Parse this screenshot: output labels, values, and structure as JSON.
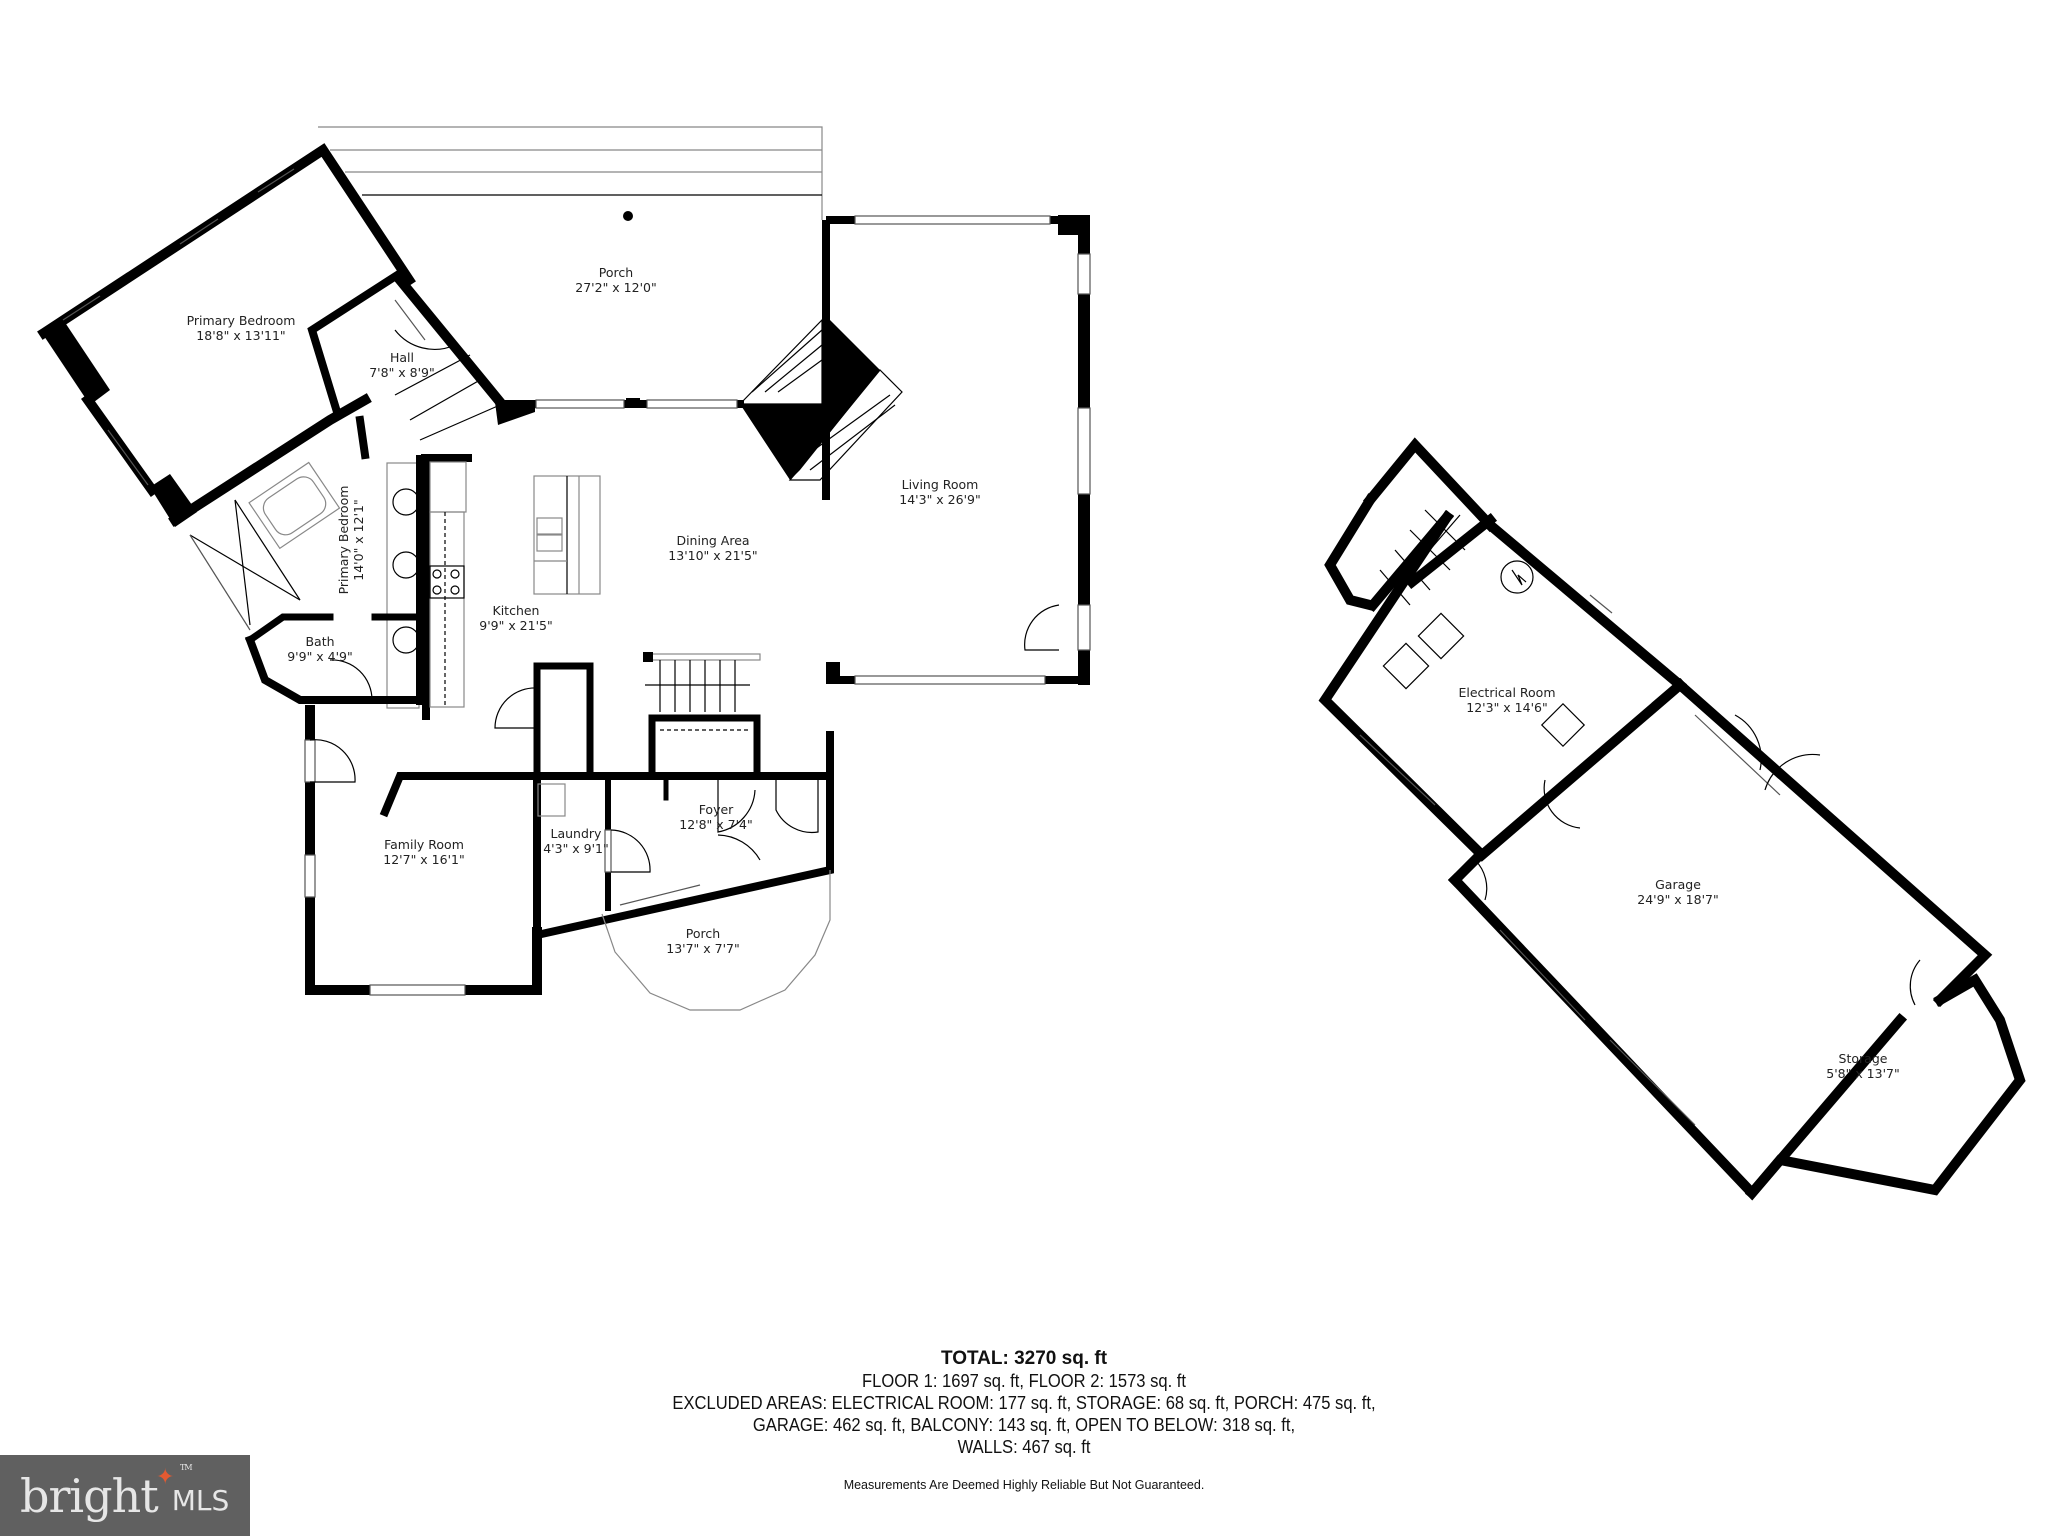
{
  "floor1": {
    "rooms": [
      {
        "name": "Primary Bedroom",
        "dims": "18'8\" x 13'11\""
      },
      {
        "name": "Hall",
        "dims": "7'8\" x 8'9\""
      },
      {
        "name": "Porch",
        "dims": "27'2\" x 12'0\""
      },
      {
        "name": "Living Room",
        "dims": "14'3\" x 26'9\""
      },
      {
        "name": "Dining Area",
        "dims": "13'10\" x 21'5\""
      },
      {
        "name": "Kitchen",
        "dims": "9'9\" x 21'5\""
      },
      {
        "name": "Primary Bedroom",
        "dims": "14'0\" x 12'1\""
      },
      {
        "name": "Bath",
        "dims": "9'9\" x 4'9\""
      },
      {
        "name": "Family Room",
        "dims": "12'7\" x 16'1\""
      },
      {
        "name": "Laundry",
        "dims": "4'3\" x 9'1\""
      },
      {
        "name": "Foyer",
        "dims": "12'8\" x 7'4\""
      },
      {
        "name": "Porch",
        "dims": "13'7\" x 7'7\""
      }
    ]
  },
  "floor2": {
    "rooms": [
      {
        "name": "Electrical Room",
        "dims": "12'3\" x 14'6\""
      },
      {
        "name": "Garage",
        "dims": "24'9\" x 18'7\""
      },
      {
        "name": "Storage",
        "dims": "5'8\" x 13'7\""
      }
    ]
  },
  "summary": {
    "total": "TOTAL: 3270 sq. ft",
    "floors": "FLOOR 1: 1697 sq. ft, FLOOR 2: 1573 sq. ft",
    "excluded_1": "EXCLUDED AREAS: ELECTRICAL ROOM: 177 sq. ft, STORAGE: 68 sq. ft, PORCH: 475 sq. ft,",
    "excluded_2": "GARAGE: 462 sq. ft, BALCONY: 143 sq. ft, OPEN TO BELOW: 318 sq. ft,",
    "walls": "WALLS: 467 sq. ft",
    "disclaimer": "Measurements Are Deemed Highly Reliable But Not Guaranteed."
  },
  "logo": {
    "brand": "bright",
    "tm": "TM",
    "mls": "MLS",
    "background": "#606060",
    "accent": "#e35a32"
  },
  "colors": {
    "wall": "#000000",
    "background": "#ffffff",
    "text": "#222222"
  }
}
